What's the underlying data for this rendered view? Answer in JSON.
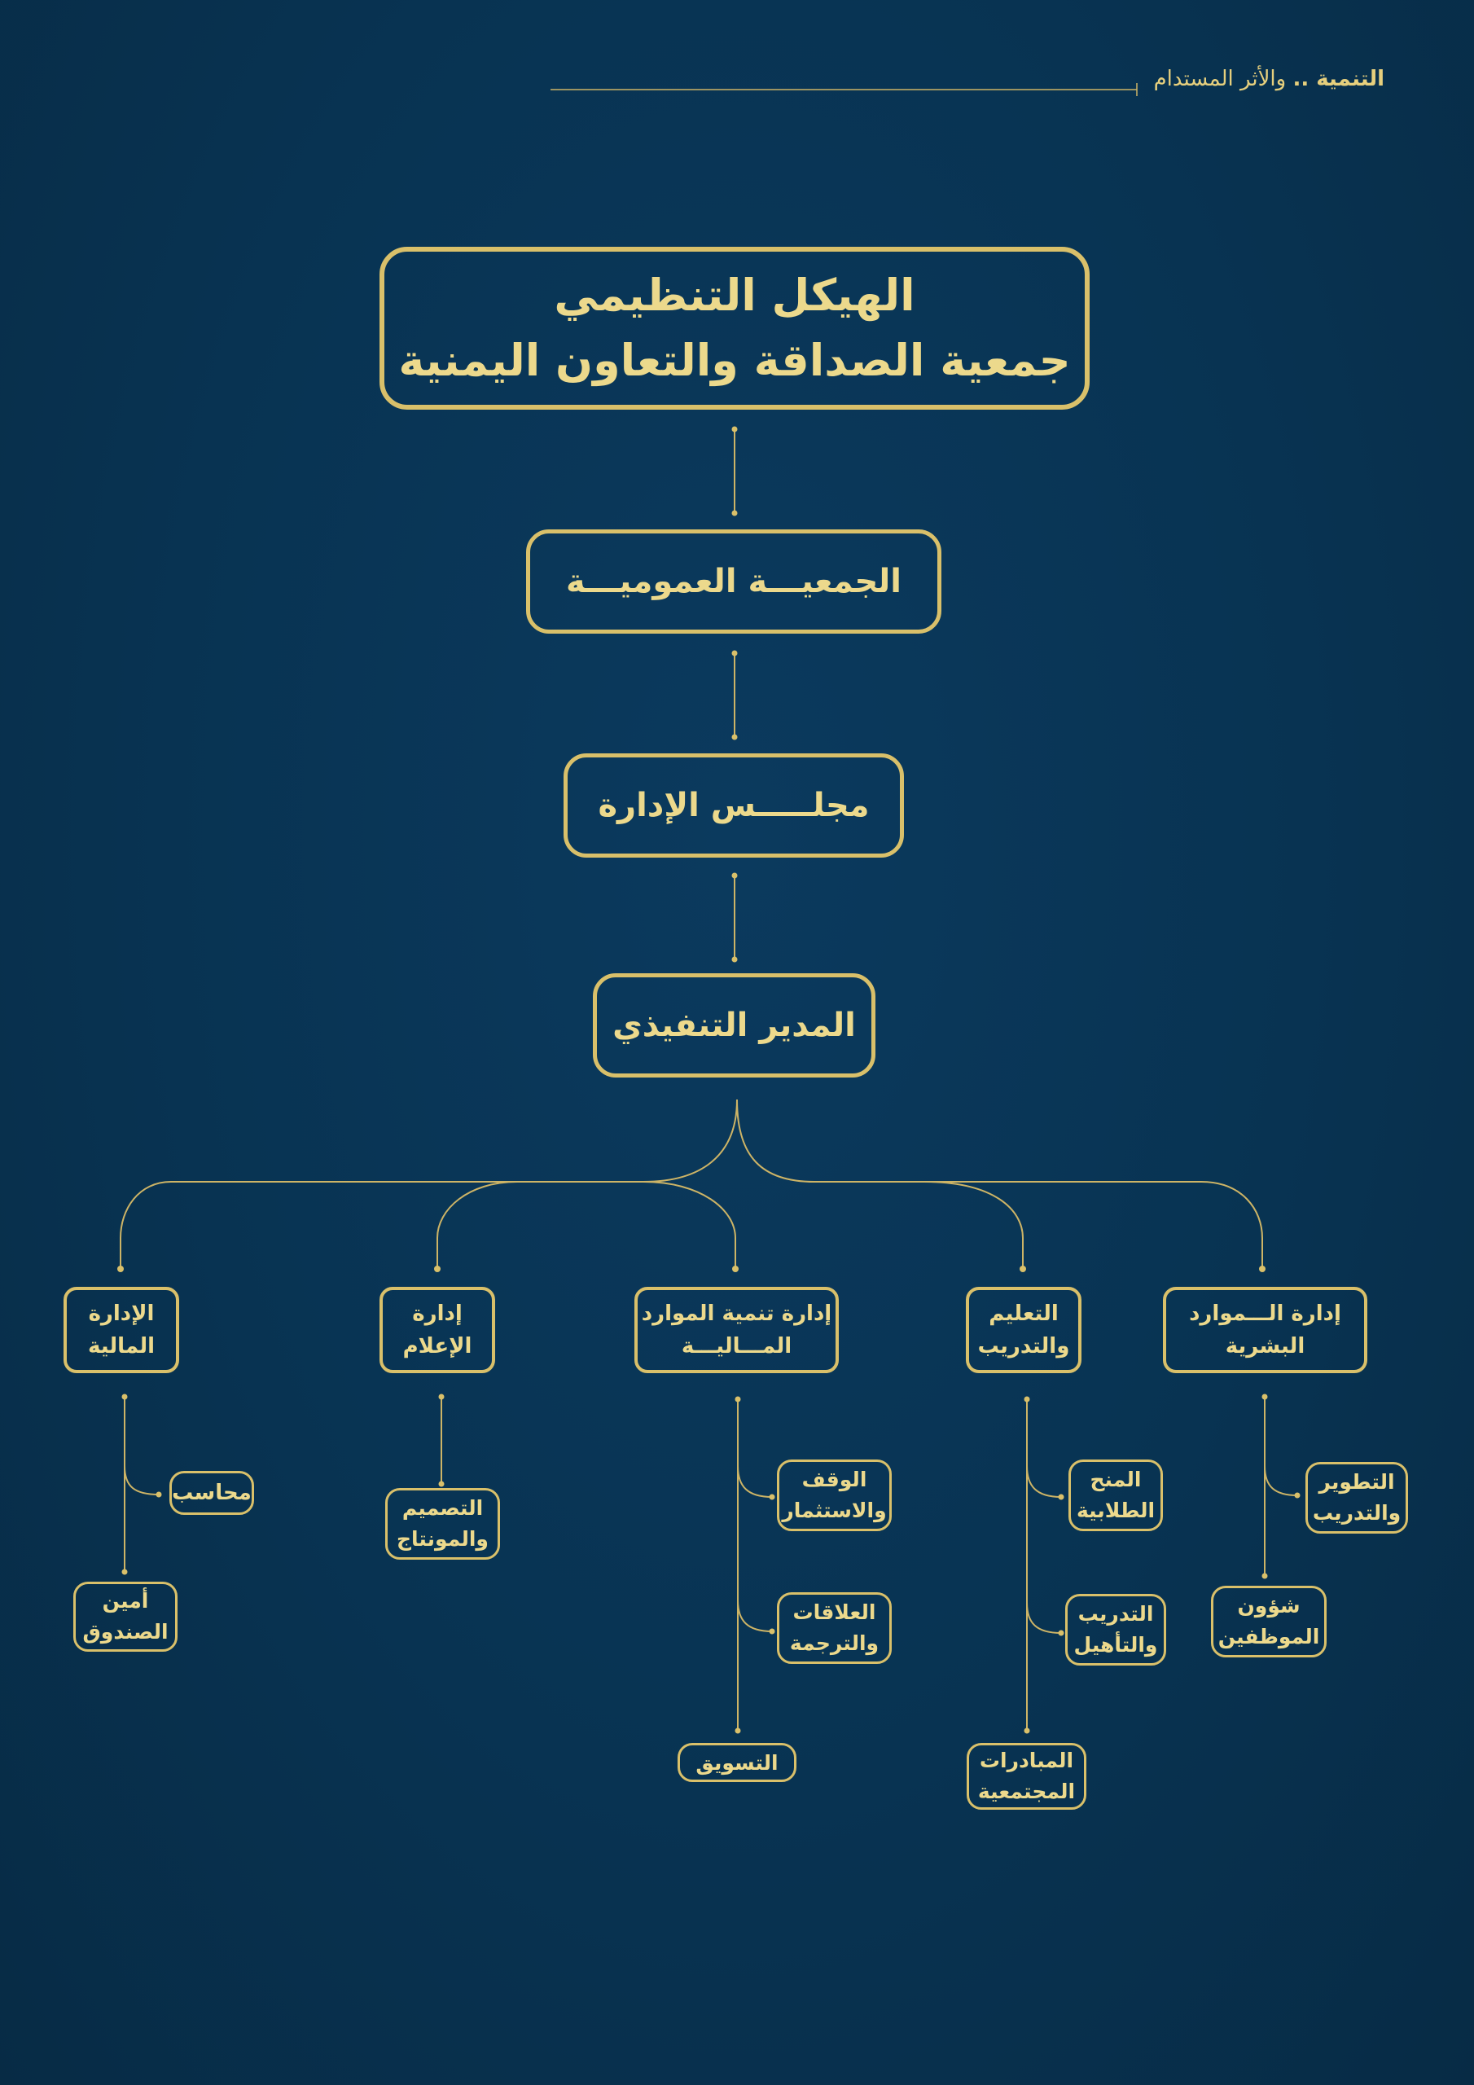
{
  "header": {
    "bold": "التنمية ..",
    "light": "والأثر المستدام"
  },
  "title": {
    "line1": "الهيكل التنظيمي",
    "line2": "جمعية الصداقة والتعاون اليمنية"
  },
  "general_assembly": "الجمعيـــة العموميـــة",
  "board": "مجلـــــس الإدارة",
  "executive_director": "المدير التنفيذي",
  "departments": {
    "finance": {
      "line1": "الإدارة",
      "line2": "المالية"
    },
    "media": {
      "line1": "إدارة",
      "line2": "الإعلام"
    },
    "resource_dev": {
      "line1": "إدارة تنمية الموارد",
      "line2": "المـــاليـــة"
    },
    "education": {
      "line1": "التعليم",
      "line2": "والتدريب"
    },
    "hr": {
      "line1": "إدارة الـــموارد",
      "line2": "البشرية"
    }
  },
  "units": {
    "accountant": "محاسب",
    "treasurer": {
      "line1": "أمين",
      "line2": "الصندوق"
    },
    "design": {
      "line1": "التصميم",
      "line2": "والمونتاج"
    },
    "waqf": {
      "line1": "الوقف",
      "line2": "والاستثمار"
    },
    "relations": {
      "line1": "العلاقات",
      "line2": "والترجمة"
    },
    "marketing": "التسويق",
    "scholarships": {
      "line1": "المنح",
      "line2": "الطلابية"
    },
    "training": {
      "line1": "التدريب",
      "line2": "والتأهيل"
    },
    "initiatives": {
      "line1": "المبادرات",
      "line2": "المجتمعية"
    },
    "development": {
      "line1": "التطوير",
      "line2": "والتدريب"
    },
    "staff_affairs": {
      "line1": "شؤون",
      "line2": "الموظفين"
    }
  },
  "colors": {
    "background": "#083352",
    "gold": "#d9c06a",
    "text": "#ecd98c"
  }
}
